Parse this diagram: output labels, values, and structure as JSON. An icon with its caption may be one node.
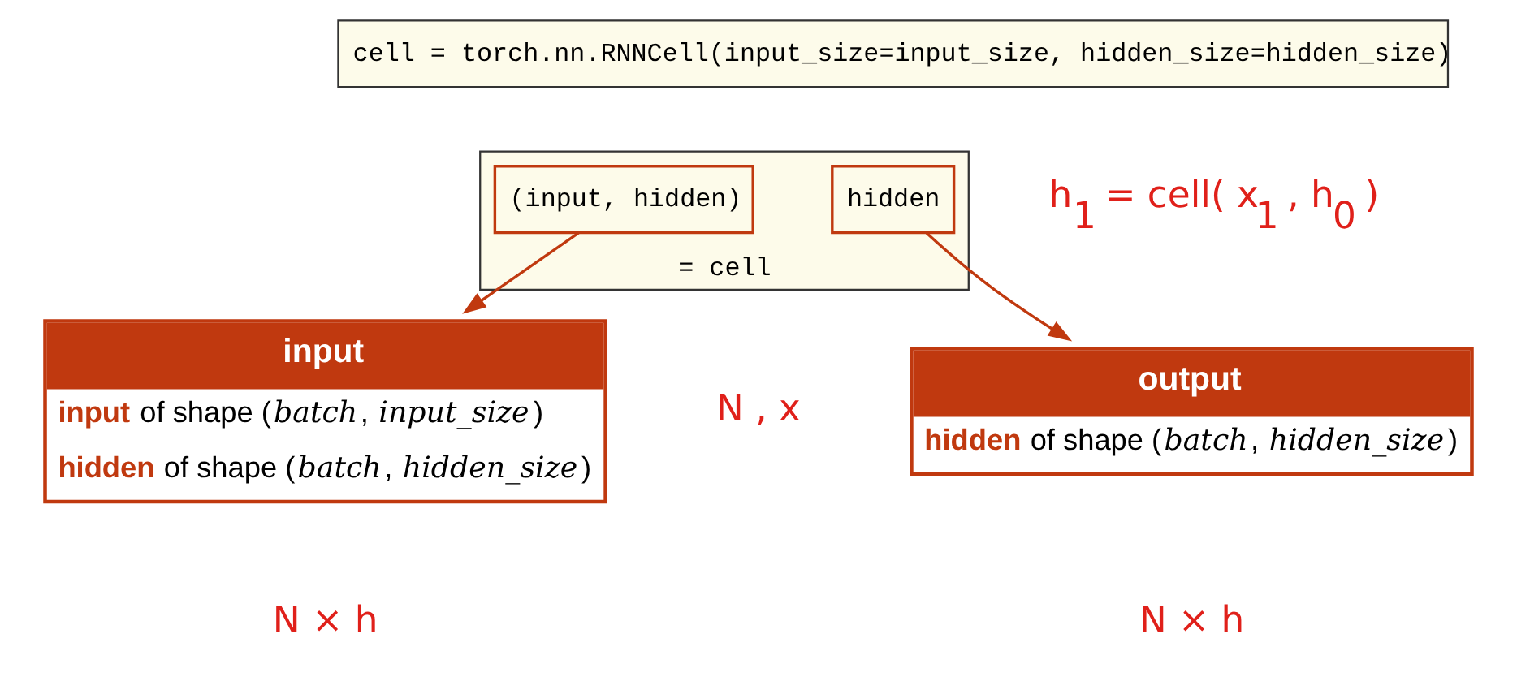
{
  "diagram": {
    "nodes": [
      {
        "text": [
          "cell = torch.nn.RNNCell(input_size=input_size, hidden_size=hidden_size)"
        ]
      },
      {
        "text": [
          "= cell"
        ]
      },
      {
        "text": [
          "hidden"
        ],
        "in": 1
      },
      {
        "text": [
          "(input, hidden)"
        ],
        "in": 1
      },
      {
        "text": [
          "output",
          "**hidden** of shape (*batch*, *hidden_size*)"
        ]
      },
      {
        "text": [
          "input",
          "**input** of shape (*batch*, *input_size*)",
          "**hidden** of shape (*batch*, *hidden_size*)"
        ]
      }
    ],
    "edges": [
      {
        "from": 3,
        "to": 5,
        "arrow": "to"
      },
      {
        "from": 2,
        "to": 4,
        "arrow": "to"
      }
    ],
    "labels": [
      "h$_{1}$ = cell( x$_{1}$ , h$_{0}$ )",
      "N , x",
      "N × h",
      "N × h"
    ]
  }
}
